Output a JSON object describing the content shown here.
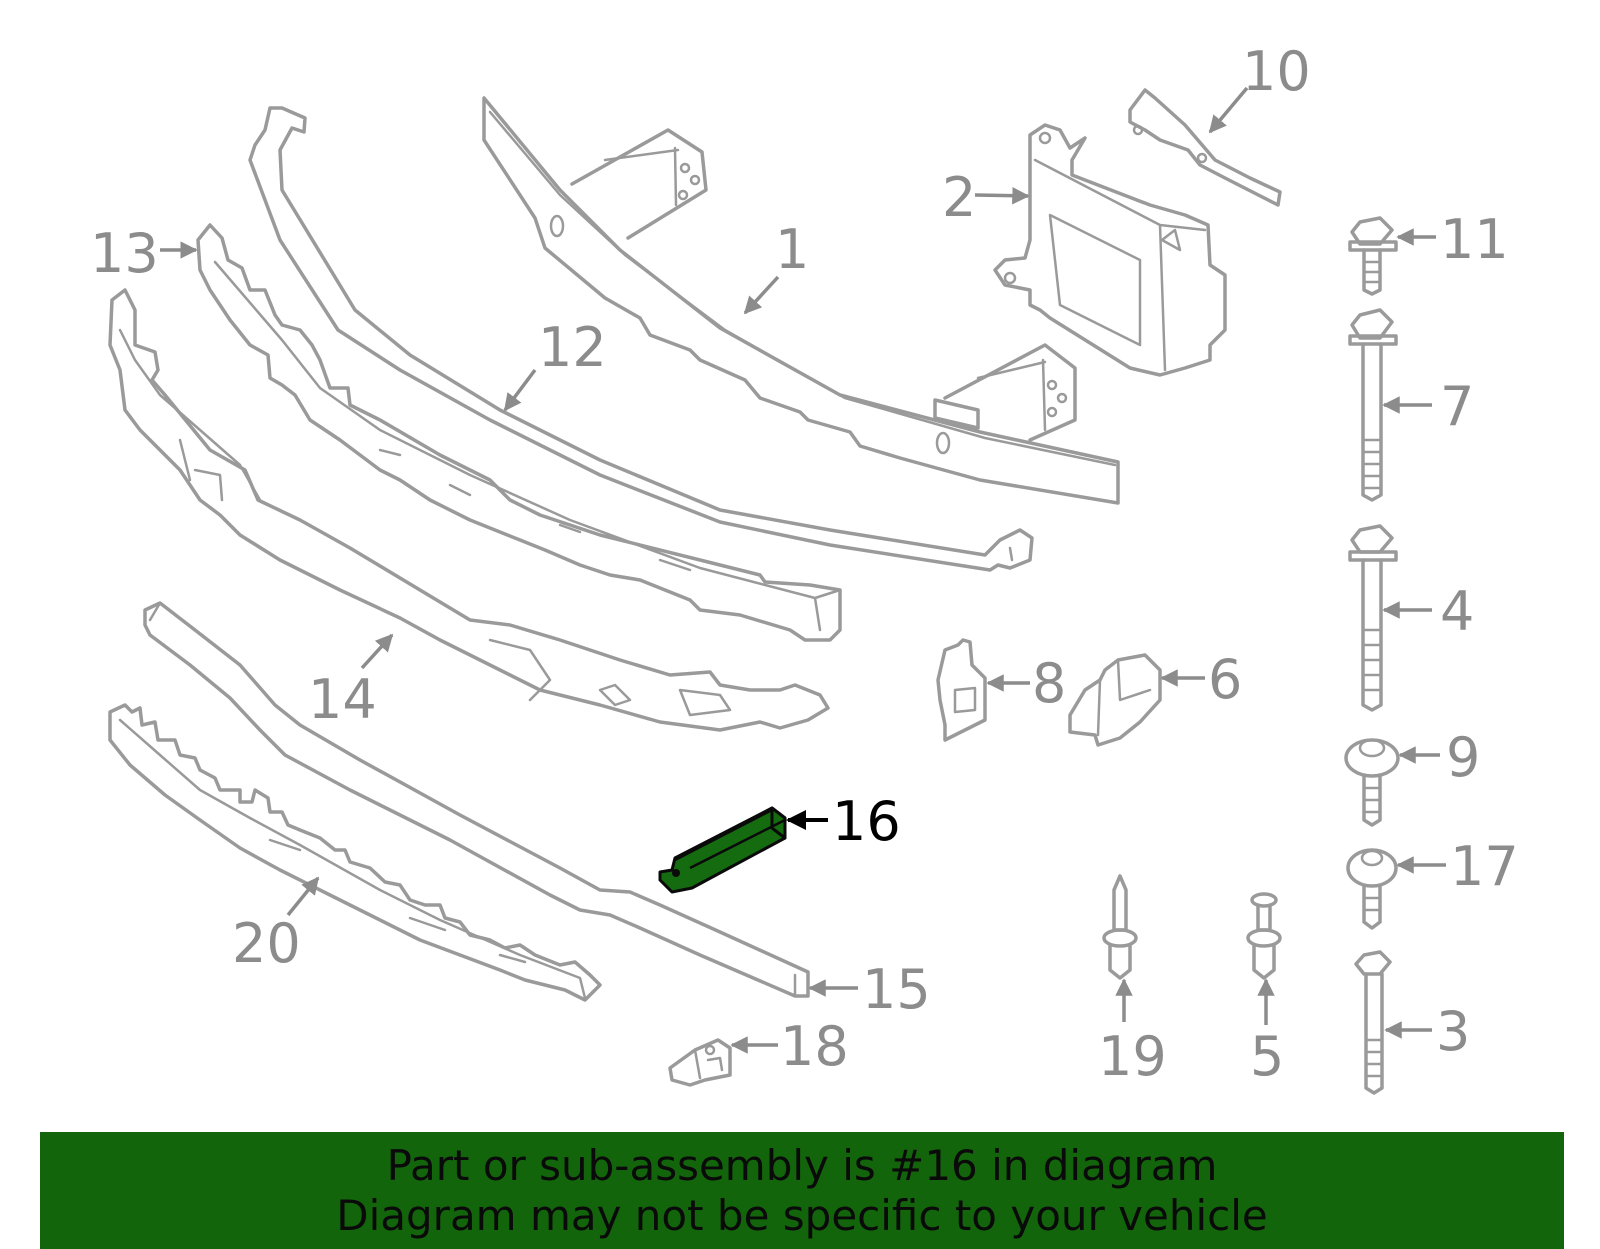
{
  "callouts": {
    "c1": "1",
    "c2": "2",
    "c3": "3",
    "c4": "4",
    "c5": "5",
    "c6": "6",
    "c7": "7",
    "c8": "8",
    "c9": "9",
    "c10": "10",
    "c11": "11",
    "c12": "12",
    "c13": "13",
    "c14": "14",
    "c15": "15",
    "c16": "16",
    "c17": "17",
    "c18": "18",
    "c19": "19",
    "c20": "20"
  },
  "highlighted_part": "16",
  "colors": {
    "highlight": "#156b0f",
    "banner": "#13650b",
    "line": "#9a9a9a"
  },
  "banner": {
    "line1": "Part or sub-assembly is #16 in diagram",
    "line2": "Diagram may not be specific to your vehicle"
  }
}
